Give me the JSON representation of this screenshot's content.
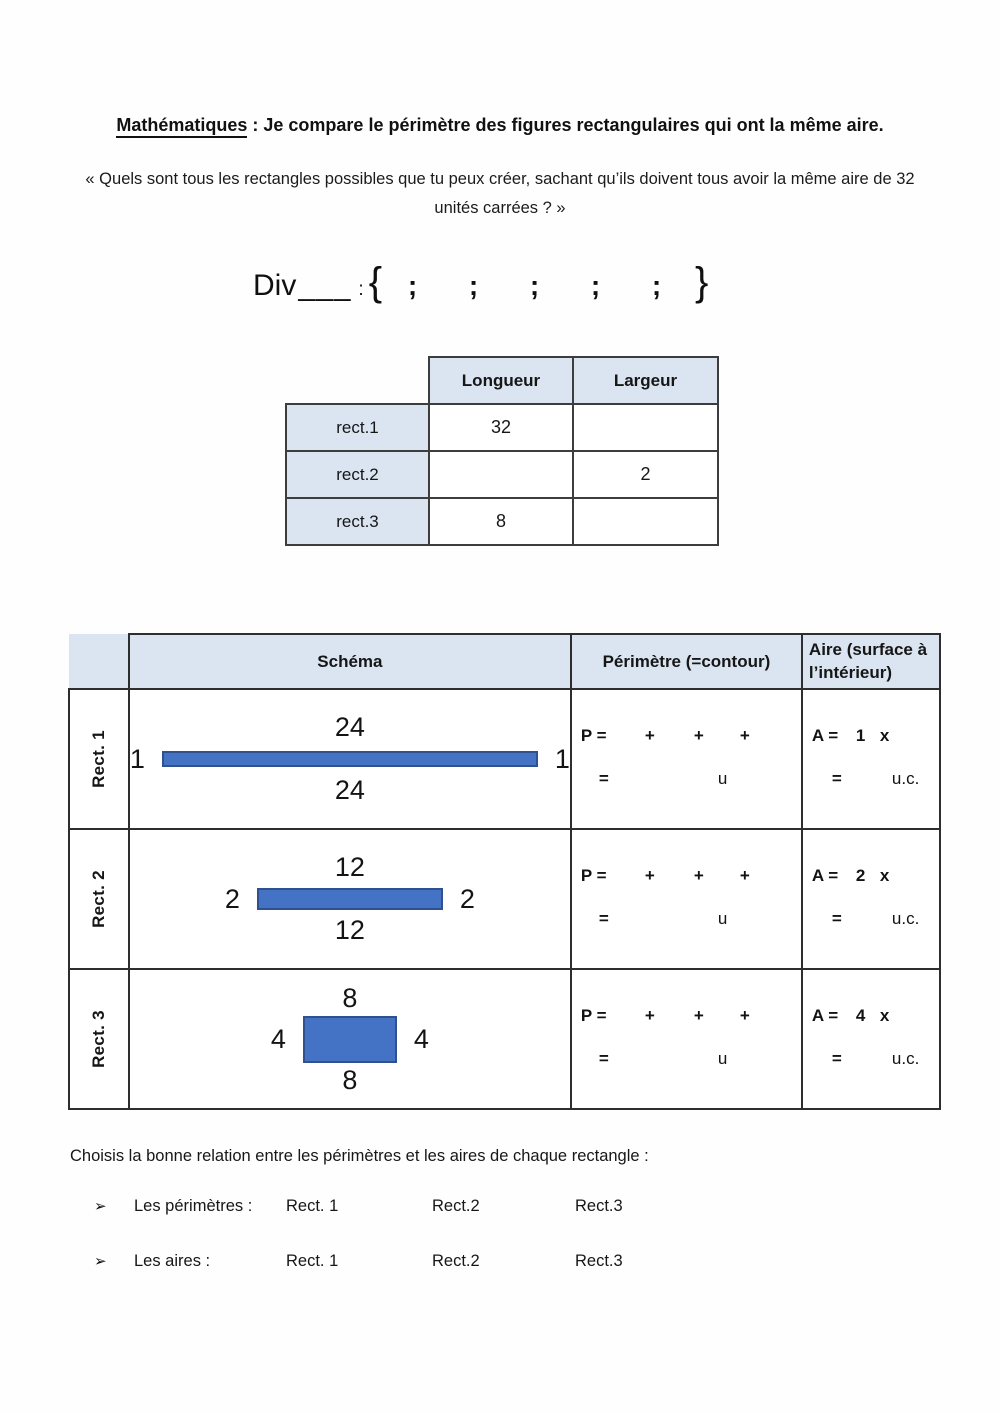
{
  "colors": {
    "accent_fill": "#4472c4",
    "accent_border": "#2f528f",
    "header_bg": "#dbe5f1"
  },
  "header": {
    "title_lead": "Mathématiques",
    "title_rest": " : Je compare le périmètre des figures rectangulaires qui ont la même aire.",
    "quote": "« Quels sont tous les rectangles possibles que tu peux créer, sachant qu’ils doivent tous avoir la même aire de 32 unités carrées ? »"
  },
  "div_line": {
    "label": "Div",
    "blank": "___",
    "colon": ":",
    "open_brace": "{",
    "separator": ";",
    "close_brace": "}"
  },
  "dims_table": {
    "col_headers": [
      "Longueur",
      "Largeur"
    ],
    "rows": [
      {
        "label": "rect.1",
        "longueur": "32",
        "largeur": ""
      },
      {
        "label": "rect.2",
        "longueur": "",
        "largeur": "2"
      },
      {
        "label": "rect.3",
        "longueur": "8",
        "largeur": ""
      }
    ]
  },
  "main_table": {
    "headers": {
      "schema": "Schéma",
      "perimetre": "Périmètre (=contour)",
      "aire": "Aire (surface à l’intérieur)"
    },
    "formulas": {
      "p_label": "P =",
      "plus": "+",
      "equals": "=",
      "unit": "u",
      "a_label": "A =",
      "times": "x",
      "area_unit": "u.c."
    },
    "rows": [
      {
        "label": "Rect. 1",
        "top": "24",
        "bottom": "24",
        "left": "1",
        "right": "1",
        "area_factor": "1"
      },
      {
        "label": "Rect. 2",
        "top": "12",
        "bottom": "12",
        "left": "2",
        "right": "2",
        "area_factor": "2"
      },
      {
        "label": "Rect. 3",
        "top": "8",
        "bottom": "8",
        "left": "4",
        "right": "4",
        "area_factor": "4"
      }
    ]
  },
  "footer": {
    "instruction": "Choisis la bonne relation entre les périmètres et les aires de chaque rectangle :",
    "bullet": "➢",
    "lines": [
      {
        "label": "Les périmètres :",
        "items": [
          "Rect. 1",
          "Rect.2",
          "Rect.3"
        ]
      },
      {
        "label": "Les aires :",
        "items": [
          "Rect. 1",
          "Rect.2",
          "Rect.3"
        ]
      }
    ]
  }
}
